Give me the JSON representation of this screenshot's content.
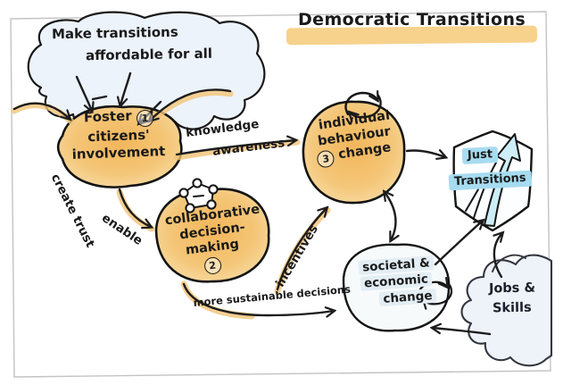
{
  "title": "Democratic Transitions",
  "cloud_top": {
    "line1": "Make transitions",
    "line2": "affordable for all"
  },
  "nodes": {
    "foster": {
      "number": "1",
      "line1": "Foster",
      "line2": "citizens'",
      "line3": "involvement"
    },
    "collaborative": {
      "number": "2",
      "line1": "collaborative",
      "line2": "decision-",
      "line3": "making"
    },
    "individual": {
      "number": "3",
      "line1": "individual",
      "line2": "behaviour",
      "line3": "change"
    },
    "societal": {
      "line1": "societal &",
      "line2": "economic",
      "line3": "change"
    },
    "just_transitions": {
      "line1": "Just",
      "line2": "Transitions"
    }
  },
  "edge_labels": {
    "knowledge": "knowledge",
    "awareness": "awareness",
    "create_trust": "create trust",
    "enable": "enable",
    "incentives": "incentives",
    "more_sustainable": "more sustainable decisions"
  },
  "cloud_jobs": {
    "line1": "Jobs &",
    "line2": "Skills"
  },
  "icons": {
    "individual_top": "cycle-arrows-icon",
    "societal_right": "cycle-arrows-icon",
    "collaborative_top": "network-pentagon-icon",
    "shield_inner": "upward-arrow-icon"
  },
  "colors": {
    "highlight_orange": "#f2bb5e",
    "underline_orange": "#f6d28d",
    "highlight_blue": "#a6dbf0",
    "cloud_blue": "#edf3fb",
    "ink": "#1a1a1a",
    "frame": "#c3c3c3"
  }
}
